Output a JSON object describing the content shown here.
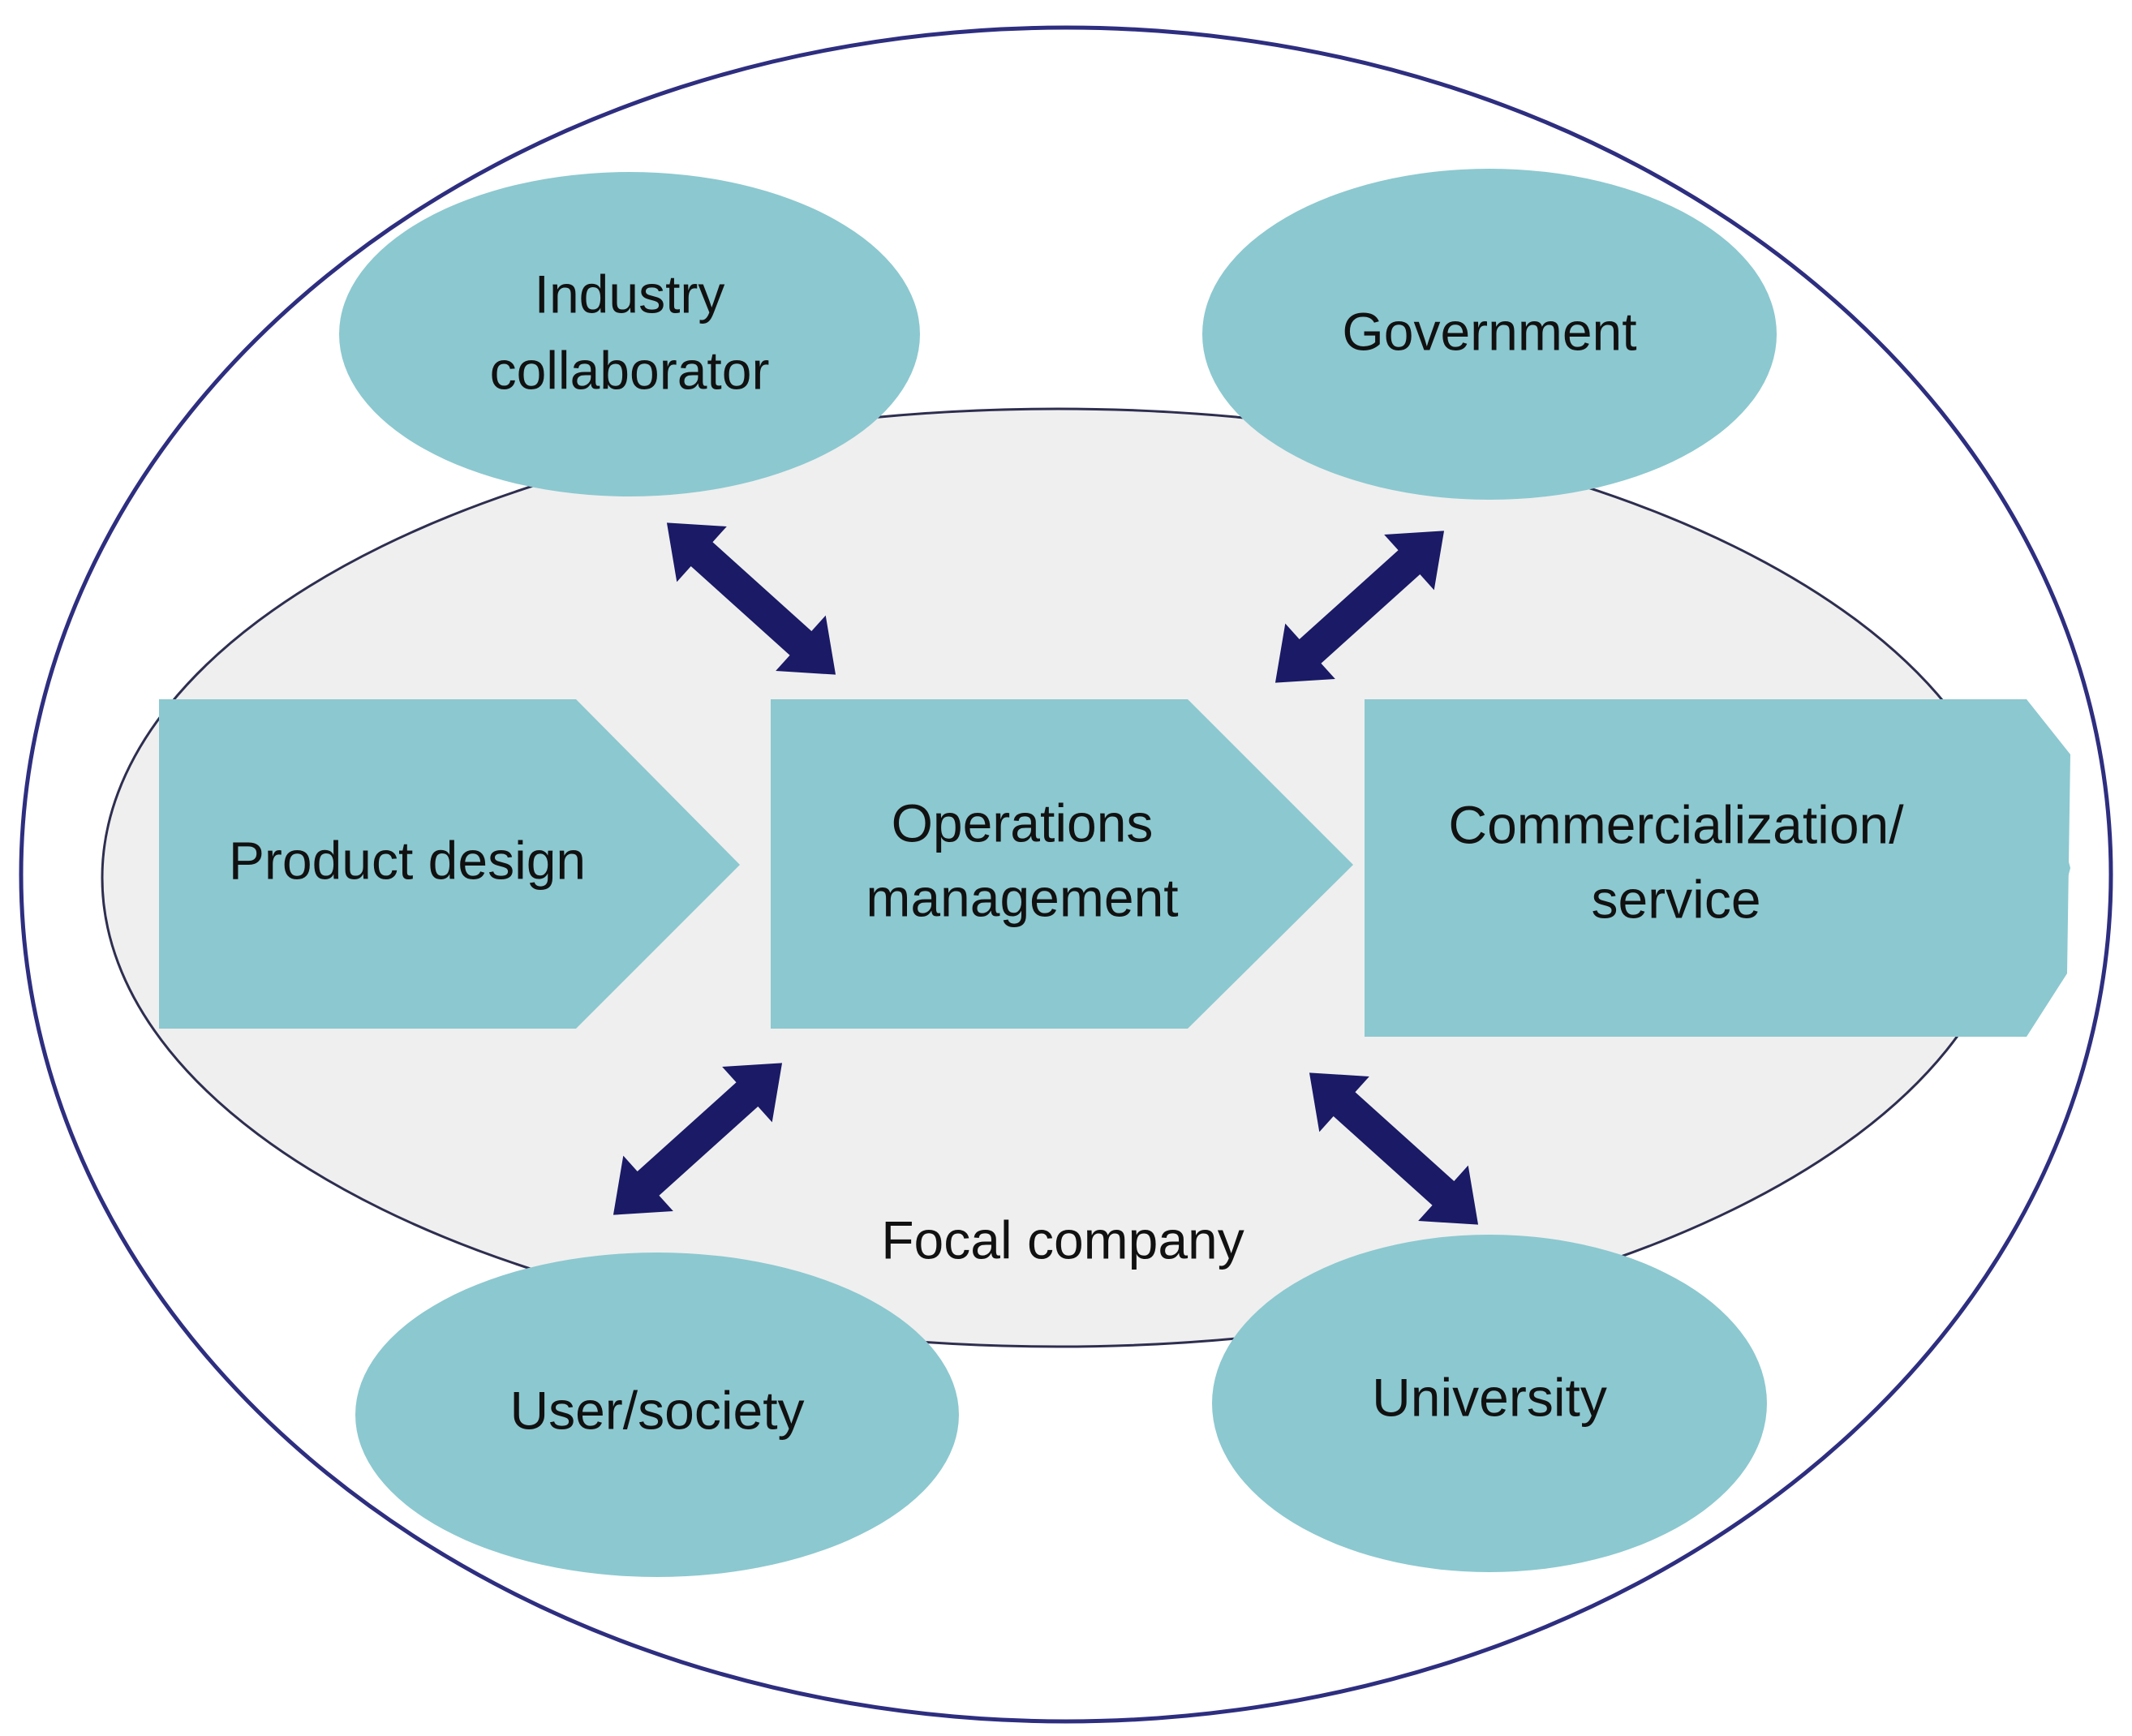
{
  "colors": {
    "outer_border": "#2e2e80",
    "inner_fill": "#efefef",
    "inner_border": "#2e2e50",
    "node_fill": "#8cc8d0",
    "arrow": "#1a1a66",
    "text": "#111111"
  },
  "focal_company": {
    "label": "Focal company"
  },
  "stakeholders": {
    "industry_collaborator": [
      "Industry",
      "collaborator"
    ],
    "government": "Government",
    "user_society": "User/society",
    "university": "University"
  },
  "process_steps": {
    "product_design": "Product design",
    "operations_management": [
      "Operations",
      "management"
    ],
    "commercialization_service": [
      "Commercialization/",
      "service"
    ]
  },
  "arrows": [
    {
      "from": "industry_collaborator",
      "to": "operations_management",
      "type": "double-headed"
    },
    {
      "from": "government",
      "to": "operations_management",
      "type": "double-headed"
    },
    {
      "from": "user_society",
      "to": "operations_management",
      "type": "double-headed"
    },
    {
      "from": "university",
      "to": "operations_management",
      "type": "double-headed"
    }
  ]
}
